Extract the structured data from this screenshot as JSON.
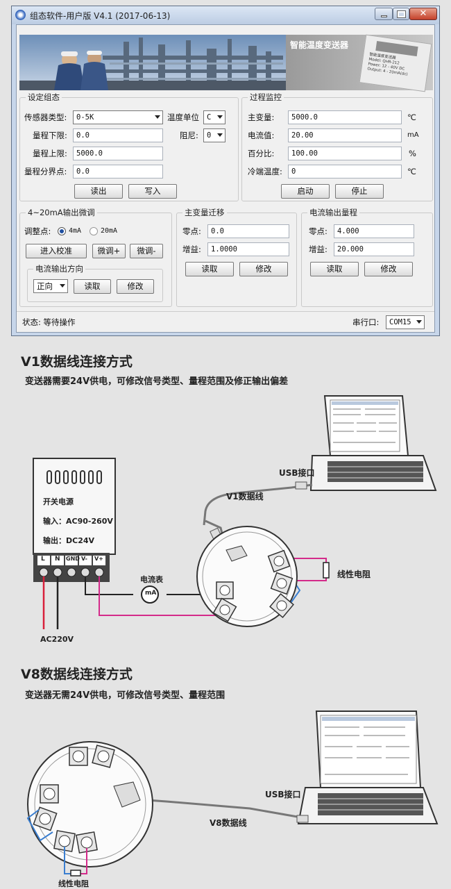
{
  "window": {
    "title": "组态软件-用户版 V4.1 (2017-06-13)"
  },
  "banner": {
    "product": "智能温度变送器",
    "label_lines": [
      "智能温度变送器",
      "Model: QHR-212",
      "Power: 12 - 40V DC",
      "Output: 4 - 20mA(dc)"
    ]
  },
  "settings": {
    "title": "设定组态",
    "sensor_label": "传感器类型:",
    "sensor_value": "0-5K",
    "temp_unit_label": "温度单位",
    "temp_unit_value": "C",
    "range_low_label": "量程下限:",
    "range_low_value": "0.0",
    "damping_label": "阻尼:",
    "damping_value": "0",
    "range_high_label": "量程上限:",
    "range_high_value": "5000.0",
    "boundary_label": "量程分界点:",
    "boundary_value": "0.0",
    "read_btn": "读出",
    "write_btn": "写入"
  },
  "monitor": {
    "title": "过程监控",
    "pv_label": "主变量:",
    "pv_value": "5000.0",
    "pv_unit": "℃",
    "current_label": "电流值:",
    "current_value": "20.00",
    "current_unit": "mA",
    "percent_label": "百分比:",
    "percent_value": "100.00",
    "percent_unit": "%",
    "cj_label": "冷端温度:",
    "cj_value": "0",
    "cj_unit": "℃",
    "start_btn": "启动",
    "stop_btn": "停止"
  },
  "trim": {
    "title": "4~20mA输出微调",
    "point_label": "调整点:",
    "opt1": "4mA",
    "opt2": "20mA",
    "calib_btn": "进入校准",
    "plus_btn": "微调+",
    "minus_btn": "微调-",
    "dir_title": "电流输出方向",
    "dir_value": "正向",
    "read_btn": "读取",
    "modify_btn": "修改"
  },
  "pvshift": {
    "title": "主变量迁移",
    "zero_label": "零点:",
    "zero_value": "0.0",
    "gain_label": "增益:",
    "gain_value": "1.0000",
    "read_btn": "读取",
    "modify_btn": "修改"
  },
  "outrange": {
    "title": "电流输出量程",
    "zero_label": "零点:",
    "zero_value": "4.000",
    "gain_label": "增益:",
    "gain_value": "20.000",
    "read_btn": "读取",
    "modify_btn": "修改"
  },
  "status": {
    "text": "状态: 等待操作",
    "port_label": "串行口:",
    "port_value": "COM15"
  },
  "v1": {
    "title": "V1数据线连接方式",
    "subtitle": "变送器需要24V供电，可修改信号类型、量程范围及修正输出偏差",
    "psu_name": "开关电源",
    "psu_input": "输入：AC90-260V",
    "psu_output": "输出：DC24V",
    "terminals": [
      "L",
      "N",
      "GND",
      "V-",
      "V+"
    ],
    "ammeter": "电流表",
    "ammeter_unit": "mA",
    "usb": "USB接口",
    "cable": "V1数据线",
    "resistor": "线性电阻",
    "mains": "AC220V"
  },
  "v8": {
    "title": "V8数据线连接方式",
    "subtitle": "变送器无需24V供电，可修改信号类型、量程范围",
    "usb": "USB接口",
    "cable": "V8数据线",
    "resistor": "线性电阻"
  },
  "colors": {
    "red": "#d8203a",
    "pink": "#d42a8a",
    "blue": "#3a7ed0",
    "dark": "#222222"
  }
}
